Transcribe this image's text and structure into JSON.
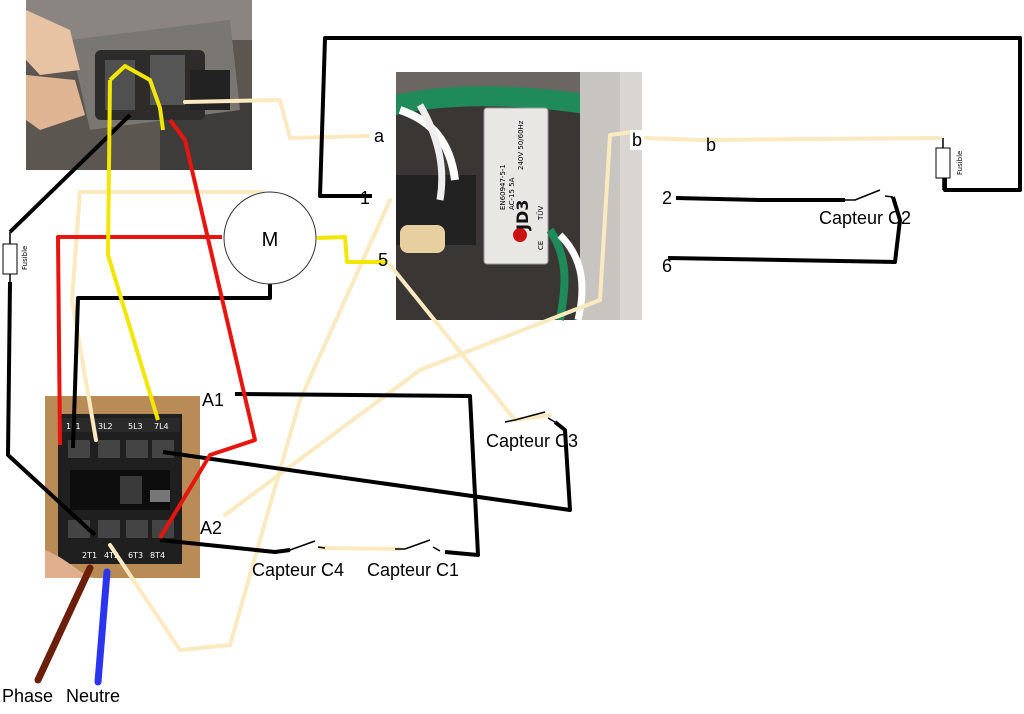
{
  "colors": {
    "black": "#000000",
    "red": "#e8150f",
    "yellow": "#f3e600",
    "cream": "#fbe9c0",
    "brown": "#6b1f0a",
    "blue": "#2b35f0"
  },
  "motor": {
    "label": "M"
  },
  "fuses": [
    {
      "label": "Fusible"
    },
    {
      "label": "Fusible"
    }
  ],
  "terminals": {
    "a": "a",
    "b1": "b",
    "b2": "b",
    "t1": "1",
    "t5": "5",
    "t2": "2",
    "t6": "6",
    "A1": "A1",
    "A2": "A2"
  },
  "sensors": {
    "c1": "Capteur C1",
    "c2": "Capteur C2",
    "c3": "Capteur C3",
    "c4": "Capteur C4"
  },
  "supply": {
    "phase": "Phase",
    "neutral": "Neutre"
  },
  "contactor": {
    "top_terminals": [
      "1L1",
      "3L2",
      "5L3",
      "7L4"
    ],
    "bottom_terminals": [
      "2T1",
      "4T2",
      "6T3",
      "8T4"
    ]
  },
  "relay": {
    "brand": "JD3",
    "lines": [
      "EN60947-5-1",
      "AC-15 5A",
      "240V 50/60Hz",
      "CE",
      "TÜV"
    ]
  }
}
